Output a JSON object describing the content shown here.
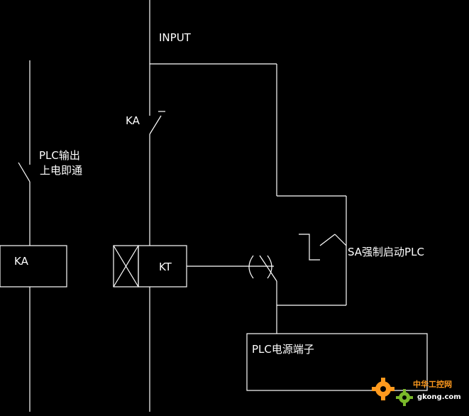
{
  "diagram": {
    "labels": {
      "input": "INPUT",
      "ka_contact": "KA",
      "plc_output_line1": "PLC输出",
      "plc_output_line2": "上电即通",
      "ka_coil": "KA",
      "kt_coil": "KT",
      "sa_switch": "SA强制启动PLC",
      "plc_power_terminal": "PLC电源端子"
    },
    "watermark": {
      "line1": "中华工控网",
      "line2": "gkong.com",
      "color_primary": "#ff9a1e",
      "color_secondary": "#7ab82a"
    },
    "colors": {
      "background": "#000000",
      "line": "#ffffff"
    }
  }
}
